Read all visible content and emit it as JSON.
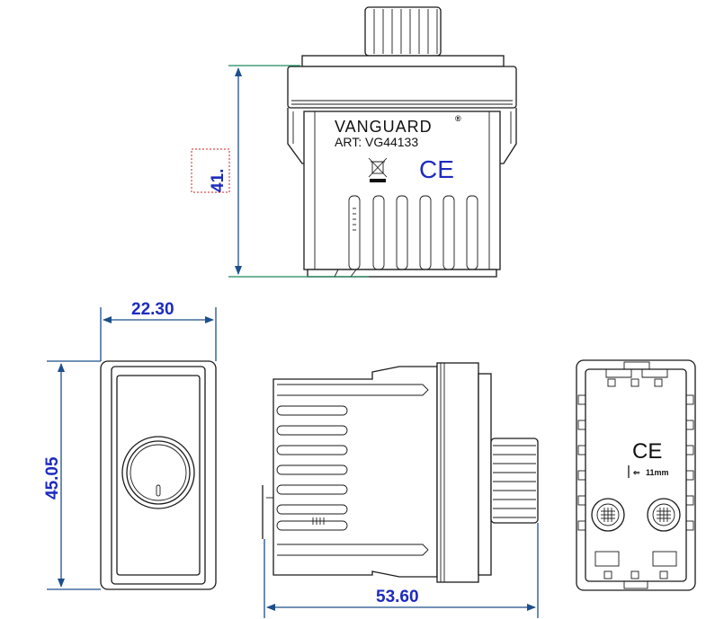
{
  "front_view": {
    "brand": "VANGUARD",
    "registered_mark": "®",
    "article": "ART: VG44133",
    "ce_mark": "CE",
    "weee_icon": "crossed-bin-icon",
    "height_dimension": "41."
  },
  "left_view": {
    "width_dimension": "22.30",
    "height_dimension": "45.05"
  },
  "side_view": {
    "length_dimension": "53.60"
  },
  "rear_view": {
    "ce_mark": "CE",
    "strip_length_label": "11mm"
  },
  "colors": {
    "dimension_line": "#1c4f8a",
    "dimension_text": "#1d2bbf",
    "extension_line": "#1a8a5a",
    "dashed_box": "#d42020"
  }
}
